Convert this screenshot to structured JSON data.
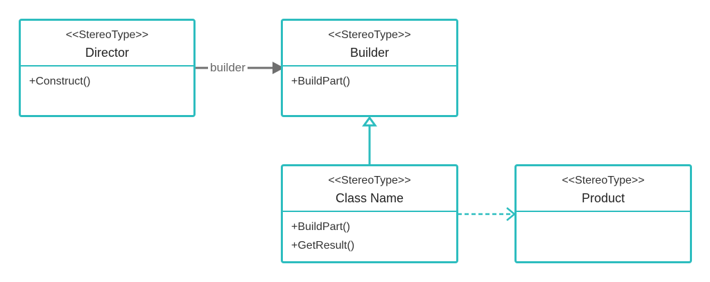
{
  "colors": {
    "border": "#2dbdbf",
    "association": "#6f6f6f",
    "text": "#333333"
  },
  "classes": {
    "director": {
      "stereotype": "<<StereoType>>",
      "name": "Director",
      "operations": [
        "+Construct()"
      ]
    },
    "builder": {
      "stereotype": "<<StereoType>>",
      "name": "Builder",
      "operations": [
        "+BuildPart()"
      ]
    },
    "concrete_builder": {
      "stereotype": "<<StereoType>>",
      "name": "Class Name",
      "operations": [
        "+BuildPart()",
        "+GetResult()"
      ]
    },
    "product": {
      "stereotype": "<<StereoType>>",
      "name": "Product",
      "operations": []
    }
  },
  "relations": {
    "association": {
      "label": "builder",
      "from": "Director",
      "to": "Builder"
    },
    "generalization": {
      "from": "Class Name",
      "to": "Builder"
    },
    "dependency": {
      "from": "Class Name",
      "to": "Product"
    }
  }
}
